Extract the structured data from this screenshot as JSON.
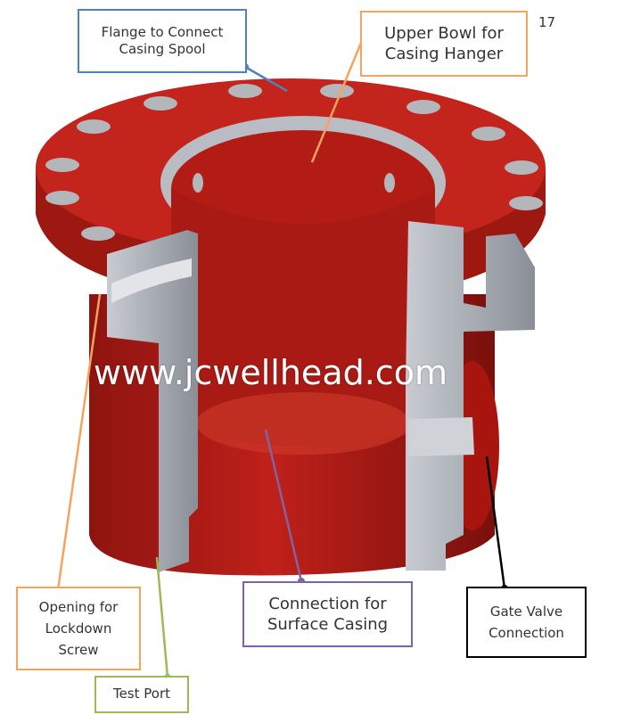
{
  "page_number": "17",
  "watermark": "www.jcwellhead.com",
  "labels": {
    "flange": {
      "line1": "Flange to Connect",
      "line2": "Casing Spool",
      "color": "#4f81bd"
    },
    "upper_bowl": {
      "line1": "Upper Bowl for",
      "line2": "Casing Hanger",
      "color": "#f4a460"
    },
    "lockdown": {
      "line1": "Opening for",
      "line2": "Lockdown",
      "line3": "Screw",
      "color": "#f4a460"
    },
    "test_port": {
      "line1": "Test Port",
      "color": "#9bbb59"
    },
    "surface_casing": {
      "line1": "Connection for",
      "line2": "Surface Casing",
      "color": "#8064a2"
    },
    "gate_valve": {
      "line1": "Gate Valve",
      "line2": "Connection",
      "color": "#000000"
    }
  },
  "colors": {
    "body_red": "#c0201a",
    "dark_red": "#8e1410",
    "steel": "#a8acb2"
  }
}
